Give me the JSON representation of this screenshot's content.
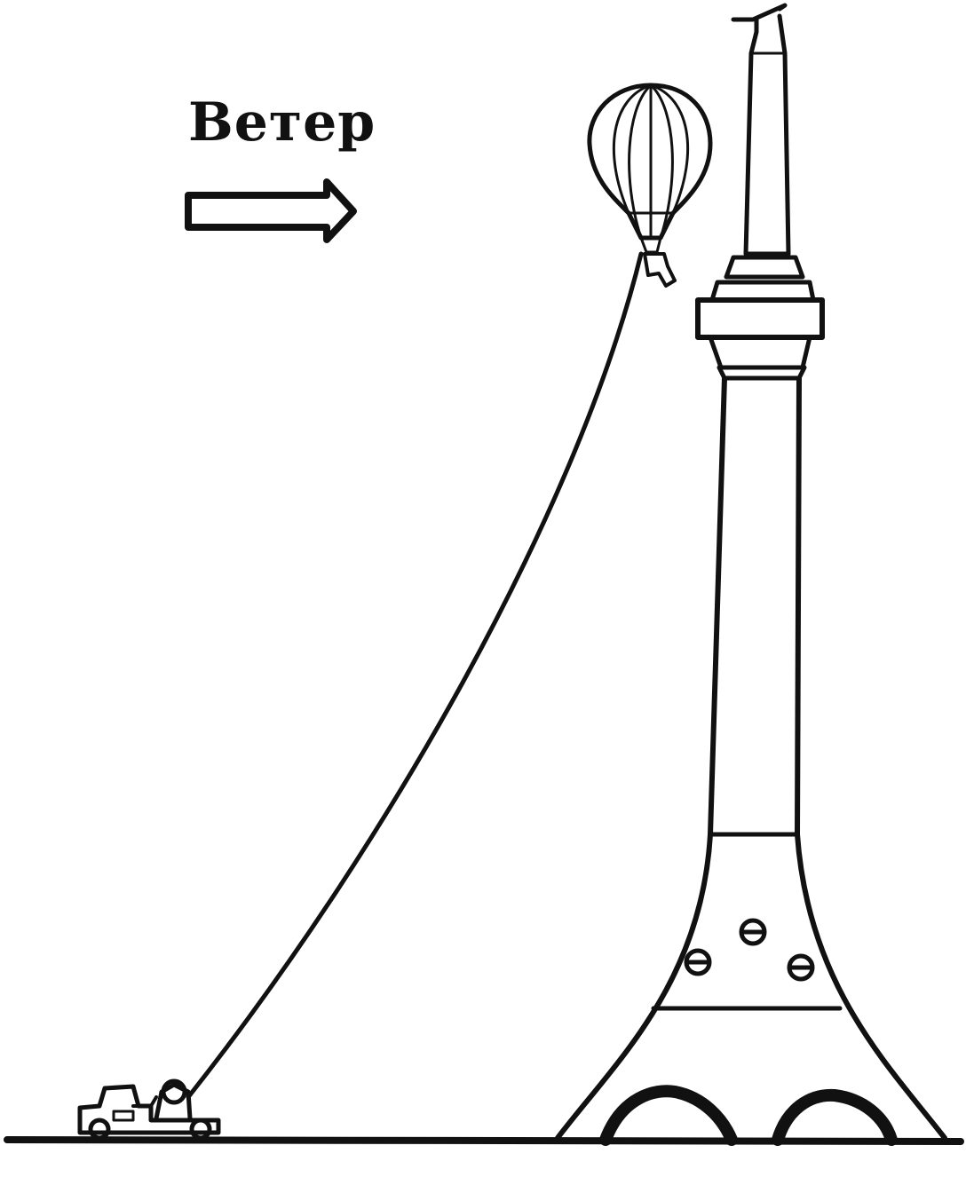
{
  "wind": {
    "label": "Ветер",
    "direction": "right"
  },
  "colors": {
    "ink": "#111111",
    "background": "#ffffff"
  },
  "objects": [
    "wind-arrow",
    "hot-air-balloon",
    "tether-rope",
    "winch-truck",
    "tv-tower",
    "ground-line"
  ]
}
